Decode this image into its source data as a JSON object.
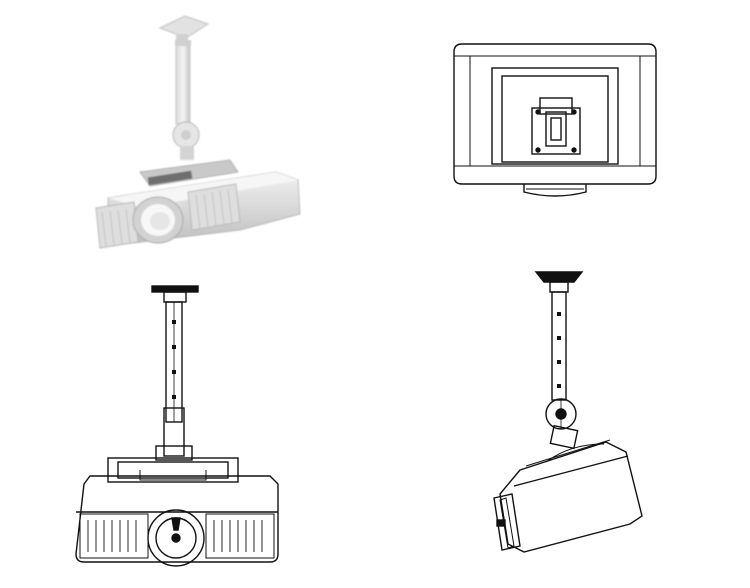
{
  "figure": {
    "panels": [
      {
        "id": "a",
        "view": "perspective-render",
        "style": "shaded-grey"
      },
      {
        "id": "b",
        "view": "top",
        "style": "line-drawing"
      },
      {
        "id": "c",
        "view": "front",
        "style": "line-drawing"
      },
      {
        "id": "d",
        "view": "side",
        "style": "line-drawing"
      }
    ],
    "colors": {
      "line": "#111111",
      "render_light": "#ececec",
      "render_mid": "#cfcfcf",
      "render_dark": "#a8a8a8"
    }
  }
}
